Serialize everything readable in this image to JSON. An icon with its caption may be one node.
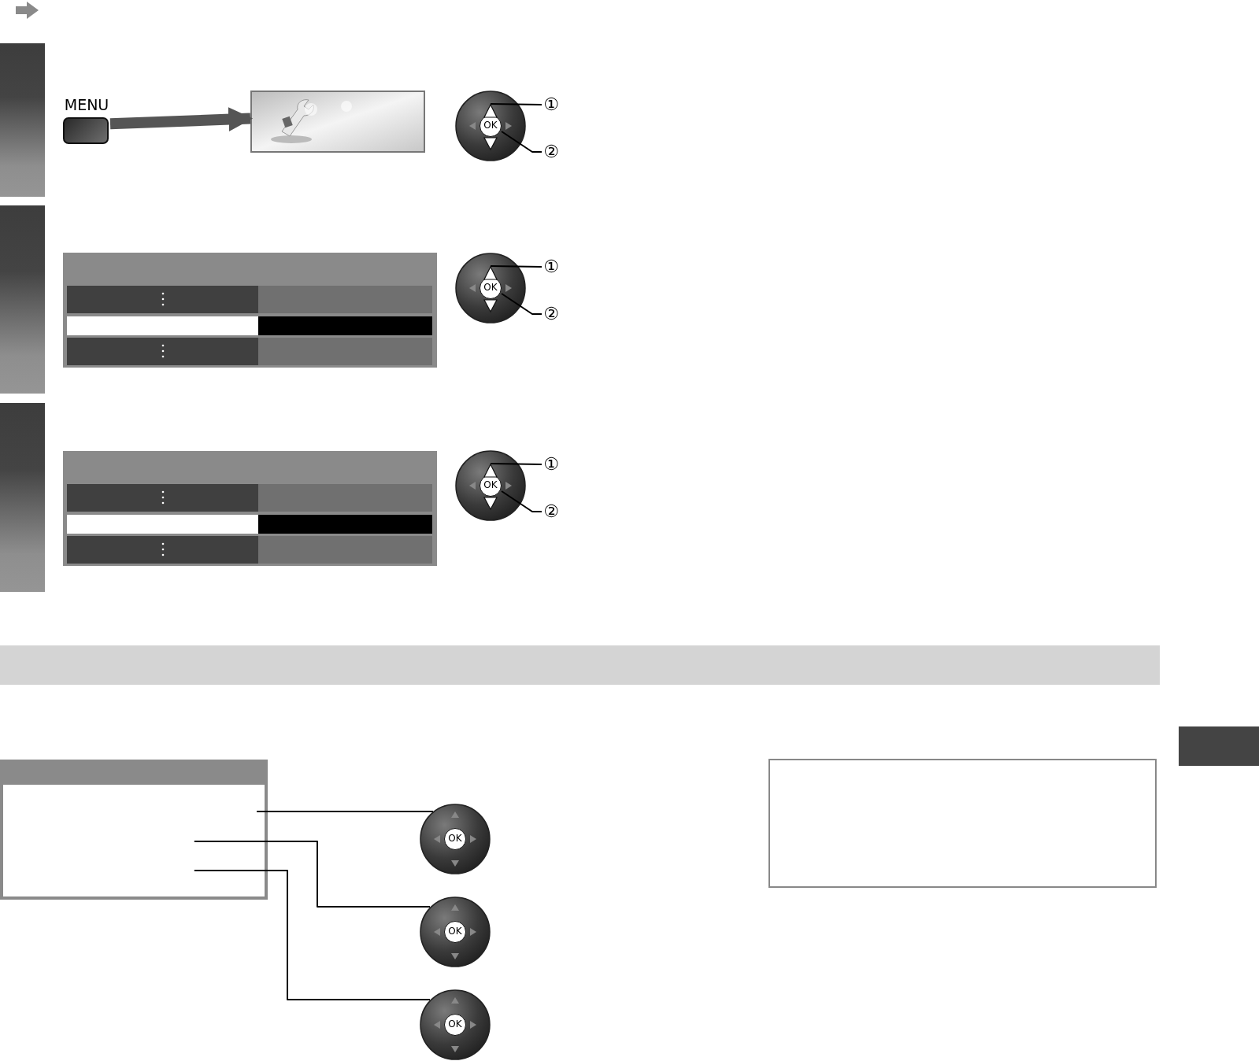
{
  "diagram": {
    "nodes": [
      {
        "text": [
          "MENU"
        ]
      },
      {
        "text": [],
        "shape": "picture"
      },
      {
        "text": [],
        "shape": "circle"
      },
      {
        "text": [
          "OK"
        ],
        "in": 2
      },
      {
        "text": [],
        "shape": "triangle",
        "in": 2
      },
      {
        "text": [
          "①"
        ]
      },
      {
        "text": [
          "②"
        ]
      },
      {
        "text": [],
        "shape": "circle"
      },
      {
        "text": [
          "OK"
        ],
        "in": 7
      },
      {
        "text": [],
        "shape": "triangle",
        "in": 7
      },
      {
        "text": [
          "①"
        ]
      },
      {
        "text": [
          "②"
        ]
      },
      {
        "text": [],
        "shape": "circle"
      },
      {
        "text": [
          "OK"
        ],
        "in": 12
      },
      {
        "text": [],
        "shape": "triangle",
        "in": 12
      },
      {
        "text": [
          "①"
        ]
      },
      {
        "text": [
          "②"
        ]
      },
      {
        "text": [],
        "shape": "box"
      },
      {
        "text": [],
        "shape": "circle"
      },
      {
        "text": [
          "OK"
        ],
        "in": 18
      },
      {
        "text": [],
        "shape": "circle"
      },
      {
        "text": [
          "OK"
        ],
        "in": 20
      },
      {
        "text": [],
        "shape": "circle"
      },
      {
        "text": [
          "OK"
        ],
        "in": 22
      },
      {
        "text": [],
        "shape": "bar"
      },
      {
        "text": [],
        "shape": "bar"
      },
      {
        "text": [],
        "shape": "bar"
      },
      {
        "text": [],
        "shape": "bar"
      },
      {
        "text": [],
        "shape": "box"
      }
    ],
    "edges": [
      {
        "from": 0,
        "to": 1,
        "arrow": "to",
        "style": "thick",
        "color": "#555555"
      },
      {
        "from": 5,
        "to": 4,
        "arrow": "none"
      },
      {
        "from": 6,
        "to": 3,
        "arrow": "none"
      },
      {
        "from": 10,
        "to": 9,
        "arrow": "none"
      },
      {
        "from": 11,
        "to": 8,
        "arrow": "none"
      },
      {
        "from": 15,
        "to": 14,
        "arrow": "none"
      },
      {
        "from": 16,
        "to": 13,
        "arrow": "none"
      },
      {
        "from": 17,
        "to": 18,
        "arrow": "none"
      },
      {
        "from": 17,
        "to": 20,
        "arrow": "none"
      },
      {
        "from": 17,
        "to": 22,
        "arrow": "none"
      }
    ]
  }
}
